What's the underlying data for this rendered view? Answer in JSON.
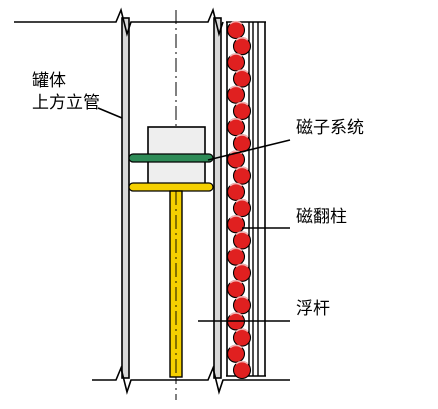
{
  "labels": {
    "tank_line1": "罐体",
    "tank_line2": "上方立管",
    "magnet_system": "磁子系统",
    "flap_column": "磁翻柱",
    "float_rod": "浮杆"
  },
  "colors": {
    "line": "#000000",
    "pipe_wall": "#d8d8d8",
    "magnet_collar": "#2e8b57",
    "float_plate": "#f5d000",
    "float_rod": "#f5d000",
    "flap_ball": "#e02020",
    "flap_ball_highlight": "#f4b0b0",
    "float_body": "#eeeeee"
  },
  "flap_indicator": {
    "ball_count": 22
  }
}
